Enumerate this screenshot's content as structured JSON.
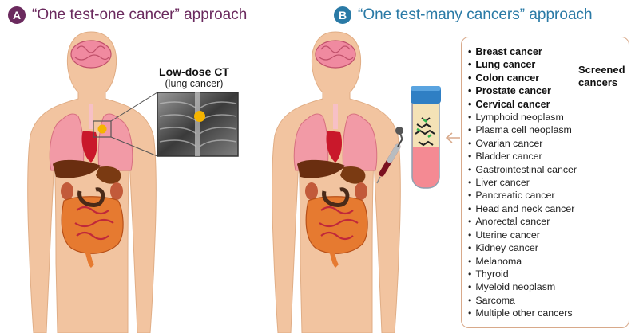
{
  "panel_a": {
    "badge": "A",
    "title": "“One test-one cancer” approach",
    "ct_title": "Low-dose CT",
    "ct_subtitle": "(lung cancer)"
  },
  "panel_b": {
    "badge": "B",
    "title": "“One test-many cancers” approach",
    "screened_label": "Screened cancers",
    "screened_cancers": [
      "Breast cancer",
      "Lung cancer",
      "Colon cancer",
      "Prostate cancer",
      "Cervical cancer"
    ],
    "other_cancers": [
      "Lymphoid neoplasm",
      "Plasma cell neoplasm",
      "Ovarian cancer",
      "Bladder cancer",
      "Gastrointestinal cancer",
      "Liver cancer",
      "Pancreatic cancer",
      "Head and neck cancer",
      "Anorectal cancer",
      "Uterine cancer",
      "Kidney cancer",
      "Melanoma",
      "Thyroid",
      "Myeloid neoplasm",
      "Sarcoma",
      "Multiple other cancers"
    ]
  },
  "colors": {
    "panel_a_accent": "#6b2a5e",
    "panel_b_accent": "#2a7aa6",
    "skin": "#f2c4a0",
    "lung": "#f29aa6",
    "tumor_marker": "#f5b400",
    "list_border": "#d8a98a"
  }
}
